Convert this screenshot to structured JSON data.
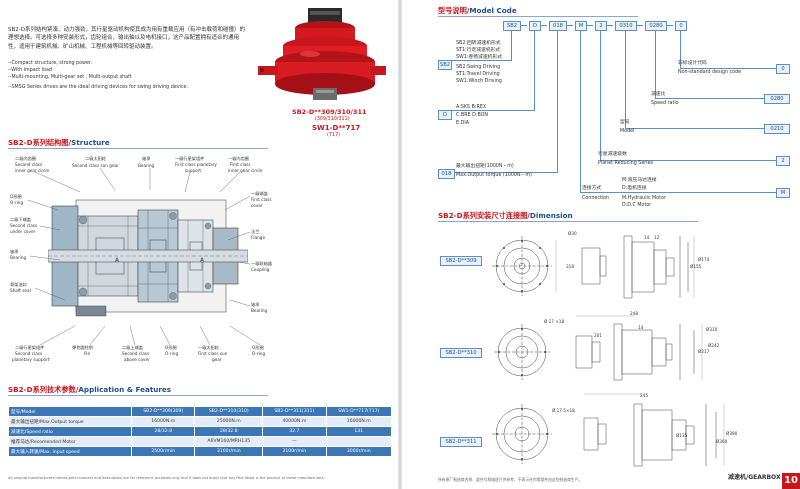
{
  "intro": {
    "cn": "SB2-D系列结构紧凑、动力强劲，其行星驱动机构使其成为用有重载应用（有冲击载荷和碰撞）的理想选择。可选择多种安装形式，齿轮组合，输出轴以及电机接口，这产品配置拥有适合的通用性，适用于建筑机械、矿山机械、工程机械等回转驱动装置。",
    "en1": "--Compact structure, strong power.",
    "en2": "--With impact load",
    "en3": "--Multi-mounting, Multi-gear set , Multi-output shaft",
    "en4": "--SMSG Series drives are the ideal driving devices for swing driving device."
  },
  "product": {
    "model1": "SB2-D**309/310/311",
    "model1_sub": "(309/310/311)",
    "model2": "SW1-D**717",
    "model2_sub": "(717)"
  },
  "structure": {
    "title_cn": "SB2-D系列结构图/",
    "title_en": "Structure",
    "labels": {
      "l1a": "二级内齿圈",
      "l1b": "Second class",
      "l1c": "inner gear circle",
      "l2a": "二级太阳轮",
      "l2b": "Second class sun gear",
      "l3a": "轴承",
      "l3b": "Bearing",
      "l4a": "一级行星架组件",
      "l4b": "First class planetary",
      "l4c": "support",
      "l5a": "一级内齿圈",
      "l5b": "First class",
      "l5c": "inner gear circle",
      "l6a": "O形圈",
      "l6b": "O-ring",
      "l7a": "二级下端盖",
      "l7b": "Second class",
      "l7c": "under cover",
      "l8a": "一级端盖",
      "l8b": "First class",
      "l8c": "cover",
      "l9a": "法兰",
      "l9b": "Flange",
      "l10a": "轴承",
      "l10b": "Bearing",
      "l11a": "一级联轴器",
      "l11b": "Coupling",
      "l12a": "骨架油封",
      "l12b": "Shaft seal",
      "l13a": "轴承",
      "l13b": "Bearing",
      "l14a": "二级行星架组件",
      "l14b": "Second class",
      "l14c": "planetary support",
      "l15a": "弹性圆柱销",
      "l15b": "Pin",
      "l16a": "二级上端盖",
      "l16b": "Second class",
      "l16c": "above cover",
      "l17a": "O形圈",
      "l17b": "O-ring",
      "l18a": "一级太阳轮",
      "l18b": "First class sun",
      "l18c": "gear",
      "l19a": "O形圈",
      "l19b": "O-ring",
      "a1": "A",
      "a2": "A"
    }
  },
  "specs": {
    "title_cn": "SB2-D系列技术参数/",
    "title_en": "Application & Features",
    "header": [
      "型号/Model",
      "SB2-D**309(309)",
      "SB2-D**310(310)",
      "SB2-D**311(311)",
      "SW1-D**717(717)"
    ],
    "rows": [
      [
        "最大输出扭矩/Max.Output torque",
        "16000N.m",
        "25000N.m",
        "40000N.m",
        "16000N.m"
      ],
      [
        "减速比/Speed ratio",
        "28/32.8",
        "28/32.8",
        "32.7",
        "131"
      ],
      [
        "推荐马达/Recomended Motor",
        "",
        "A6VM160/MRH135",
        "—",
        ""
      ],
      [
        "最大输入转速/Max. input speed",
        "2500r/min",
        "3100r/min",
        "3100r/min",
        "3000r/min"
      ]
    ],
    "footnote": "All original manufacturers'names,part numbers and description are for reference purposes only and it does not imply that any Part listed is the product of these manufacturers."
  },
  "model_code": {
    "title_cn": "型号说明/",
    "title_en": "Model Code",
    "code": [
      "SB2",
      "D",
      "018",
      "M",
      "2",
      "0310",
      "0280",
      "0"
    ],
    "series_box": "SB2",
    "series_cn": "SB2:回转减速机形式",
    "series_1": "ST1:行走减速机形式",
    "series_2": "SW1:卷扬减速机形式",
    "series_3": "SB2:Swing Driving",
    "series_4": "ST1:Travel Driving",
    "series_5": "SW1:Winch Driving",
    "d_box": "D",
    "d_1": "A:SKS   B:REX",
    "d_2": "C:BRE   D:BON",
    "d_3": "E:DIA",
    "torque_box": "018",
    "torque_cn": "最大输出扭矩(1000N・m)",
    "torque_en": "Max.Output torque (1000N・m)",
    "conn_cn": "连接方式",
    "conn_en": "Connection",
    "conn_box": "M",
    "conn_1": "M:液压马达连接",
    "conn_2": "D:电机连接",
    "conn_3": "M:Hydraulic Motor",
    "conn_4": "D:D.C Motor",
    "stage_cn": "行星减速级数",
    "stage_en": "Planet Reducing Series",
    "stage_box": "2",
    "model_cn": "型号",
    "model_en": "Model",
    "model_box": "0210",
    "ratio_cn": "减速比",
    "ratio_en": "Speed ratio",
    "ratio_box": "0280",
    "nsd_cn": "非标设计代码",
    "nsd_en": "Non-standard design code",
    "nsd_box": "0"
  },
  "dimension": {
    "title_cn": "SB2-D系列安装尺寸连接图/",
    "title_en": "Dimension",
    "tags": [
      "SB2-D**309",
      "SB2-D**310",
      "SB2-D**311"
    ],
    "d309": {
      "a": "318",
      "b": "Ø155",
      "c": "Ø174",
      "d": "14",
      "e": "12",
      "f": "Ø30"
    },
    "d310": {
      "a": "248",
      "b": "201",
      "c": "Ø217",
      "d": "Ø242",
      "e": "Ø310",
      "f": "Ø 17 ×18",
      "g": "14"
    },
    "d311": {
      "a": "Ø 17.5×18",
      "b": "245",
      "c": "Ø360",
      "d": "Ø390",
      "e": "Ø135"
    },
    "footnote": "所有原厂制造商名称、部件号和描述只供参考，不表示任何零部件由这些制造商生产。"
  },
  "footer": {
    "label": "减速机/GEARBOX",
    "page": "10"
  },
  "colors": {
    "red": "#c8161d",
    "blue": "#1b4f8c",
    "light_blue": "#4d86c6"
  }
}
